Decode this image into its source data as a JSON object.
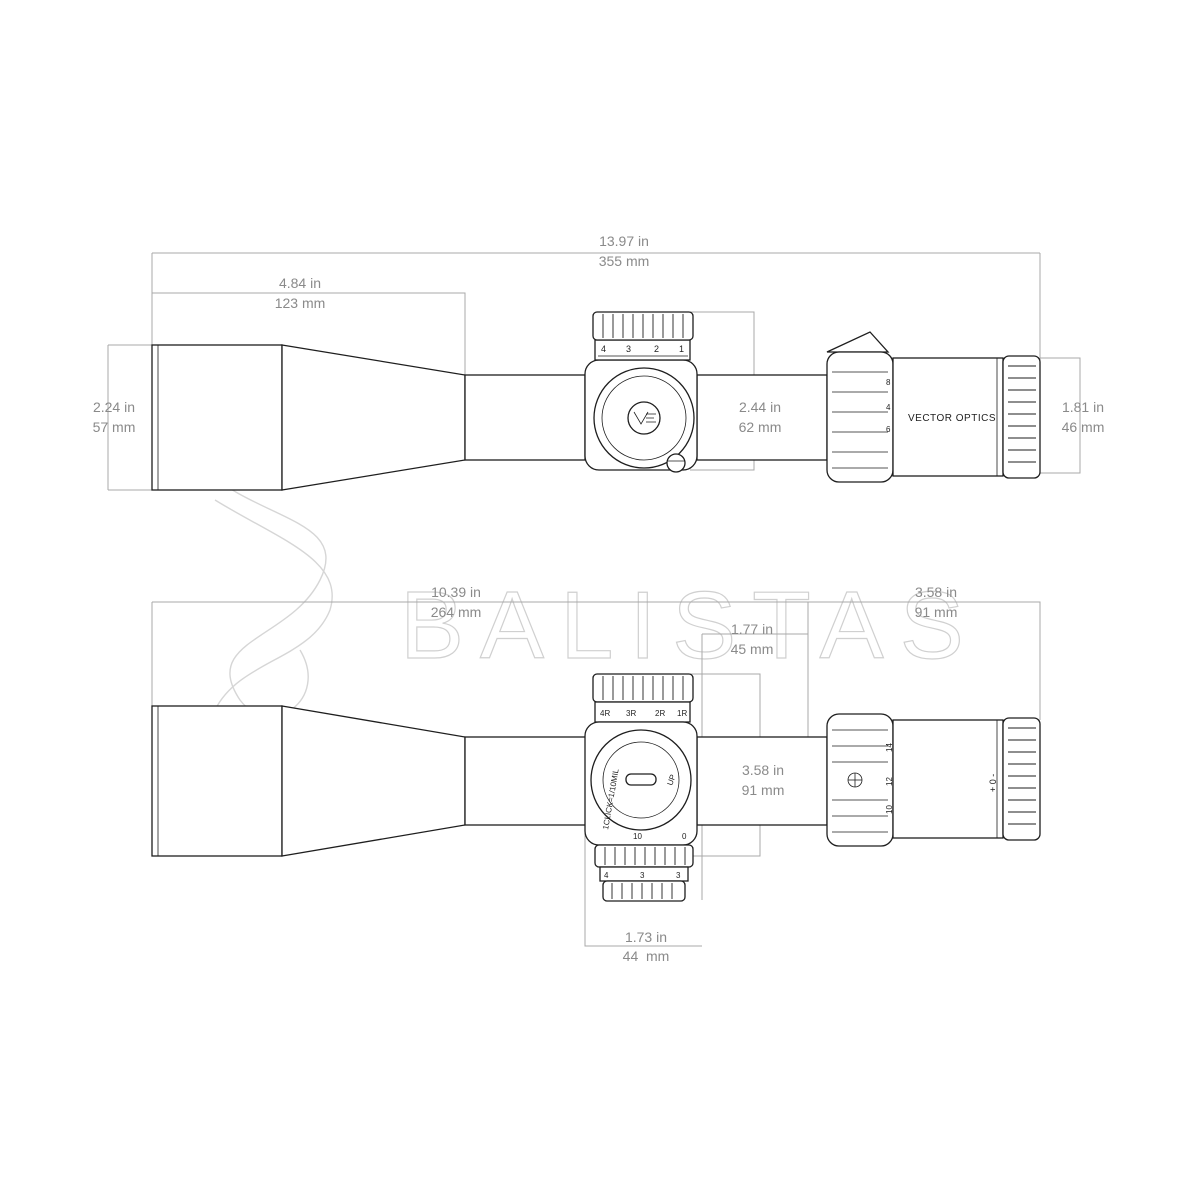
{
  "watermark": {
    "text": "BALISTAS"
  },
  "top_view": {
    "brand_label": "VECTOR OPTICS",
    "turret_scale": [
      "4",
      "3",
      "2",
      "1"
    ],
    "ring_scale": [
      "8",
      "4",
      "6"
    ],
    "dimensions": {
      "overall": {
        "in": "13.97 in",
        "mm": "355 mm"
      },
      "objective_length": {
        "in": "4.84 in",
        "mm": "123 mm"
      },
      "objective_diameter": {
        "in": "2.24 in",
        "mm": "57 mm"
      },
      "turret_height": {
        "in": "2.44 in",
        "mm": "62 mm"
      },
      "eyepiece_diameter": {
        "in": "1.81 in",
        "mm": "46 mm"
      }
    }
  },
  "side_view": {
    "turret_scale": [
      "4R",
      "3R",
      "2R",
      "1R"
    ],
    "dial_text": "1CLICK=1/10MIL",
    "dial_up": "UP",
    "dial_numbers": [
      "10",
      "0"
    ],
    "lower_turret_scale": [
      "4",
      "3",
      "3"
    ],
    "ring_scale": [
      "14",
      "12",
      "10"
    ],
    "diopter_label": "+ 0 -",
    "dimensions": {
      "front_length": {
        "in": "10.39 in",
        "mm": "264 mm"
      },
      "rear_length": {
        "in": "3.58 in",
        "mm": "91 mm"
      },
      "eye_to_tube": {
        "in": "1.77 in",
        "mm": "45 mm"
      },
      "turret_span": {
        "in": "3.58 in",
        "mm": "91 mm"
      },
      "turret_width": {
        "in": "1.73 in",
        "mm": "44  mm"
      }
    }
  }
}
